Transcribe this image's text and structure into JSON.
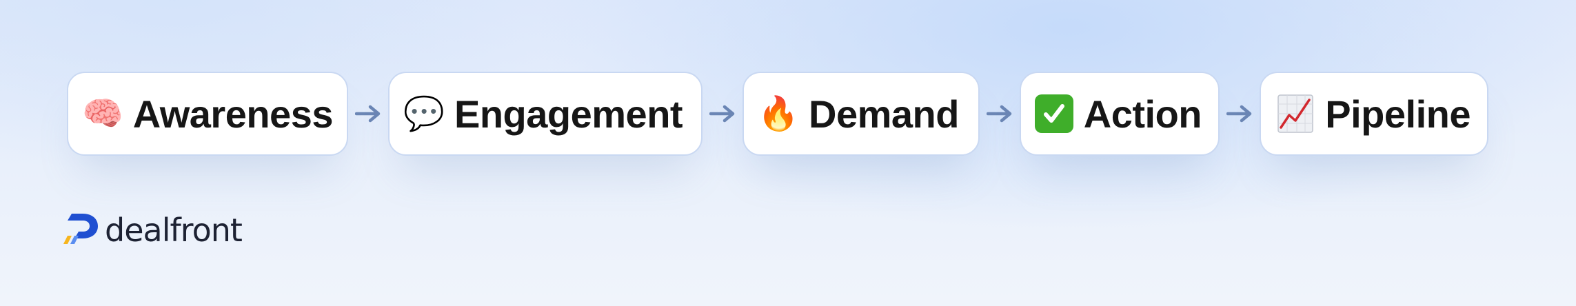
{
  "stages": [
    {
      "label": "Awareness",
      "icon": "brain-icon",
      "emoji": "🧠"
    },
    {
      "label": "Engagement",
      "icon": "speech-bubble-icon",
      "emoji": "💬"
    },
    {
      "label": "Demand",
      "icon": "fire-icon",
      "emoji": "🔥"
    },
    {
      "label": "Action",
      "icon": "check-mark-icon",
      "emoji": "✅"
    },
    {
      "label": "Pipeline",
      "icon": "chart-increasing-icon",
      "emoji": "📈"
    }
  ],
  "brand": {
    "name": "dealfront",
    "logo_icon": "dealfront-logo-icon"
  },
  "colors": {
    "arrow": "#6b86b5",
    "card_border": "#c9d8f2",
    "text": "#161616",
    "logo_blue": "#1f4fd1",
    "logo_yellow": "#f6b51e",
    "check_green": "#3fae2a",
    "chart_line": "#d2282e"
  }
}
